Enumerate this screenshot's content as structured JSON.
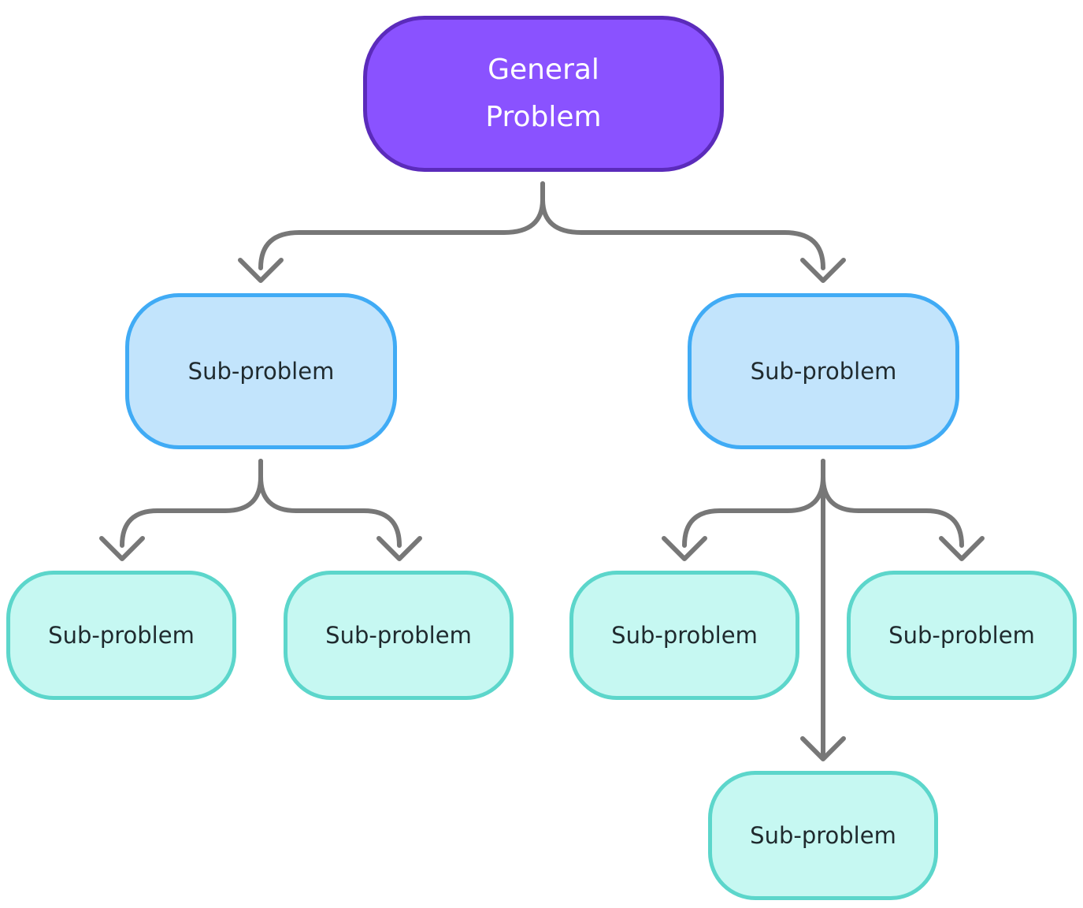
{
  "diagram": {
    "type": "tree",
    "connector_color": "#777777",
    "root": {
      "label": "General\nProblem",
      "fill": "#8a52ff",
      "border": "#5b2bbb",
      "text_color": "#ffffff"
    },
    "level1_style": {
      "fill": "#c2e4fc",
      "border": "#40abf5"
    },
    "level2_style": {
      "fill": "#c6f8f2",
      "border": "#5cd6cb"
    },
    "nodes": {
      "sub_a": {
        "label": "Sub-problem"
      },
      "sub_b": {
        "label": "Sub-problem"
      },
      "sub_a1": {
        "label": "Sub-problem"
      },
      "sub_a2": {
        "label": "Sub-problem"
      },
      "sub_b1": {
        "label": "Sub-problem"
      },
      "sub_b2": {
        "label": "Sub-problem"
      },
      "sub_b3": {
        "label": "Sub-problem"
      }
    },
    "edges": [
      {
        "from": "root",
        "to": "sub_a"
      },
      {
        "from": "root",
        "to": "sub_b"
      },
      {
        "from": "sub_a",
        "to": "sub_a1"
      },
      {
        "from": "sub_a",
        "to": "sub_a2"
      },
      {
        "from": "sub_b",
        "to": "sub_b1"
      },
      {
        "from": "sub_b",
        "to": "sub_b2"
      },
      {
        "from": "sub_b",
        "to": "sub_b3"
      }
    ]
  }
}
